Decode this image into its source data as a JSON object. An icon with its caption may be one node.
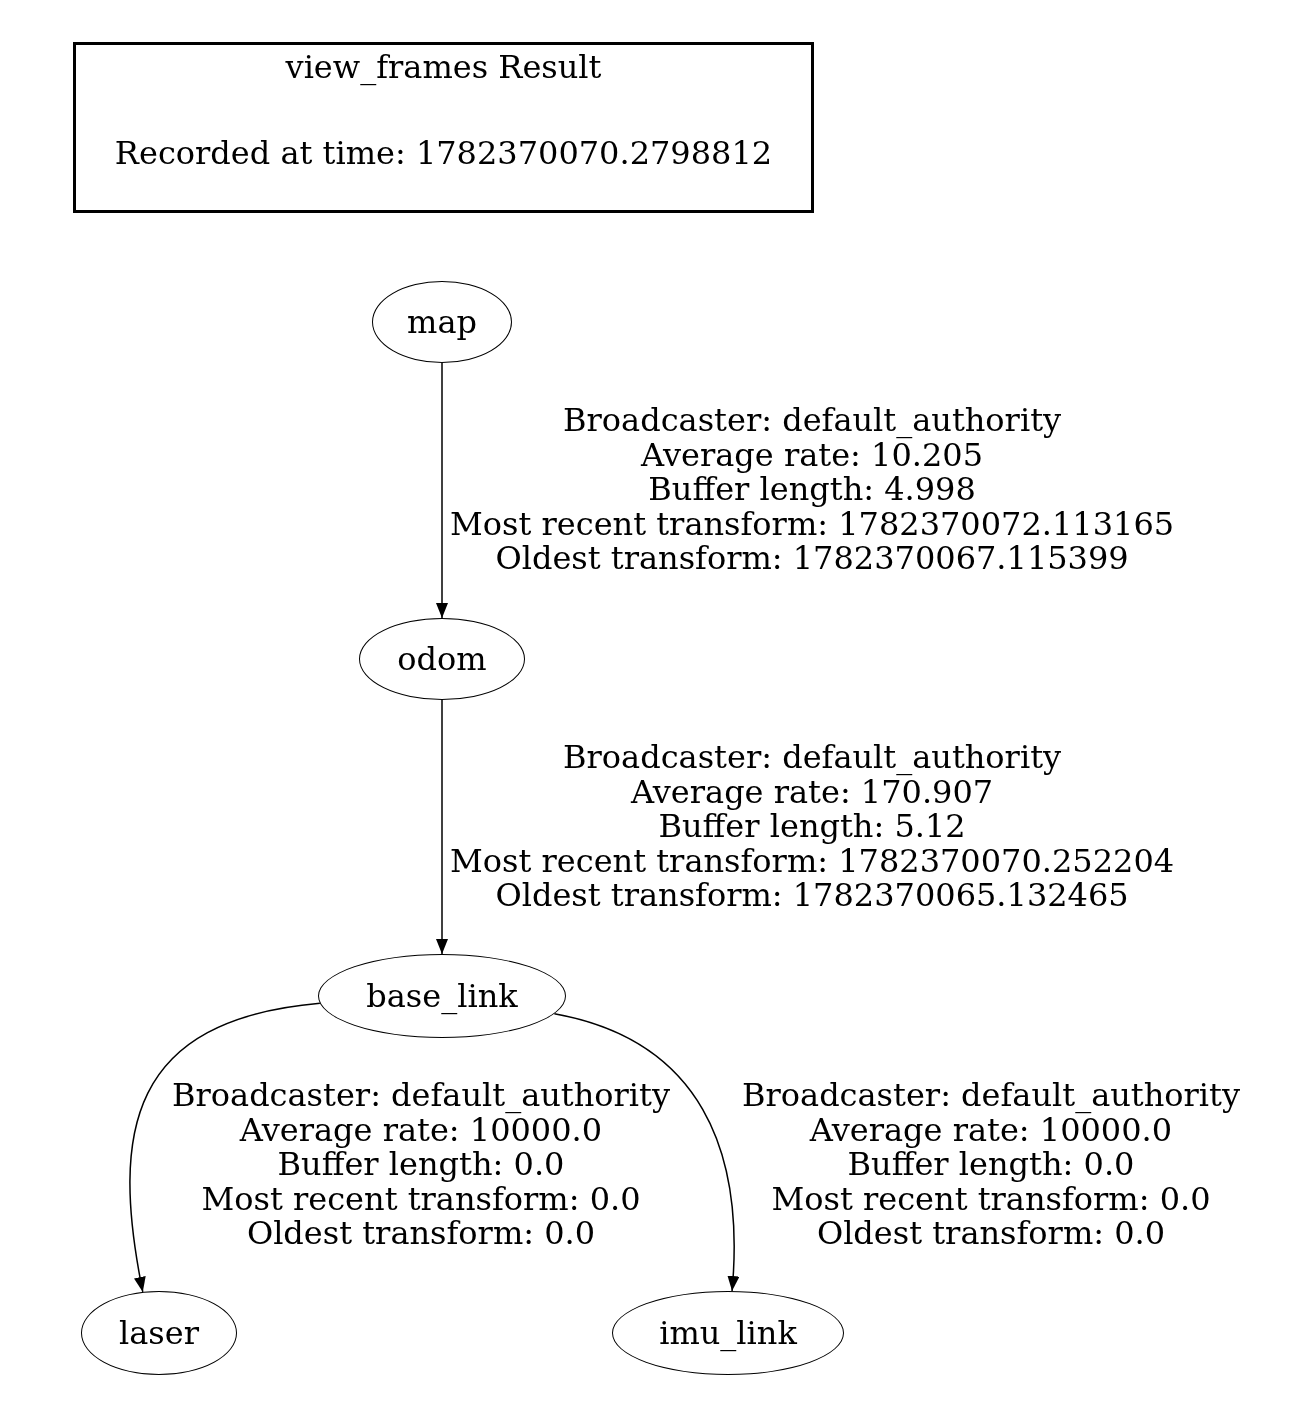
{
  "diagram": {
    "nodes": [
      {
        "text": [
          "view_frames Result",
          "Recorded at time: 1782370070.2798812"
        ]
      },
      {
        "text": [
          "map"
        ]
      },
      {
        "text": [
          "odom"
        ]
      },
      {
        "text": [
          "base_link"
        ]
      },
      {
        "text": [
          "laser"
        ]
      },
      {
        "text": [
          "imu_link"
        ]
      }
    ],
    "edges": [
      {
        "from": 1,
        "to": 2,
        "arrow": "to",
        "label": "Broadcaster: default_authority\nAverage rate: 10.205\nBuffer length: 4.998\nMost recent transform: 1782370072.113165\nOldest transform: 1782370067.115399"
      },
      {
        "from": 2,
        "to": 3,
        "arrow": "to",
        "label": "Broadcaster: default_authority\nAverage rate: 170.907\nBuffer length: 5.12\nMost recent transform: 1782370070.252204\nOldest transform: 1782370065.132465"
      },
      {
        "from": 3,
        "to": 4,
        "arrow": "to",
        "label": "Broadcaster: default_authority\nAverage rate: 10000.0\nBuffer length: 0.0\nMost recent transform: 0.0\nOldest transform: 0.0"
      },
      {
        "from": 3,
        "to": 5,
        "arrow": "to",
        "label": "Broadcaster: default_authority\nAverage rate: 10000.0\nBuffer length: 0.0\nMost recent transform: 0.0\nOldest transform: 0.0"
      }
    ]
  }
}
